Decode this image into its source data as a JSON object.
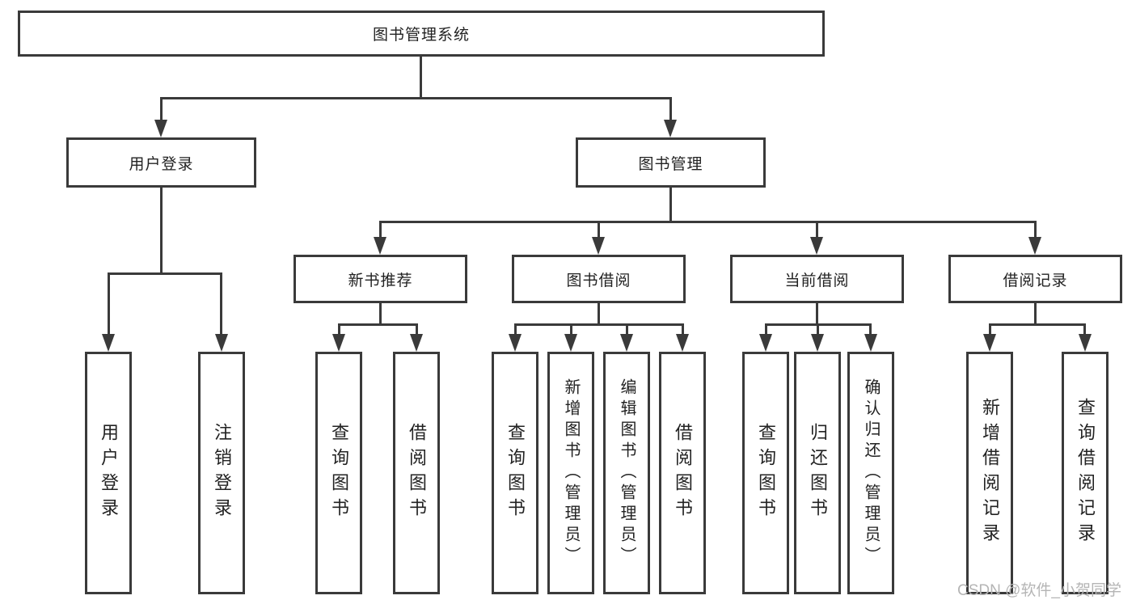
{
  "tree": {
    "root": "图书管理系统",
    "level2": {
      "user_login": "用户登录",
      "book_management": "图书管理"
    },
    "level3": {
      "new_books": "新书推荐",
      "book_borrow": "图书借阅",
      "current_borrow": "当前借阅",
      "borrow_records": "借阅记录"
    },
    "leaves": {
      "user_login": [
        "用户登录",
        "注销登录"
      ],
      "new_books": [
        "查询图书",
        "借阅图书"
      ],
      "book_borrow": [
        "查询图书",
        "新增图书（管理员）",
        "编辑图书（管理员）",
        "借阅图书"
      ],
      "current_borrow": [
        "查询图书",
        "归还图书",
        "确认归还（管理员）"
      ],
      "borrow_records": [
        "新增借阅记录",
        "查询借阅记录"
      ]
    }
  },
  "watermark": "CSDN @软件_小贺同学",
  "colors": {
    "line": "#3a3a3a",
    "box_border": "#3a3a3a",
    "text": "#222222",
    "watermark": "#b5b5b5",
    "background": "#ffffff"
  }
}
